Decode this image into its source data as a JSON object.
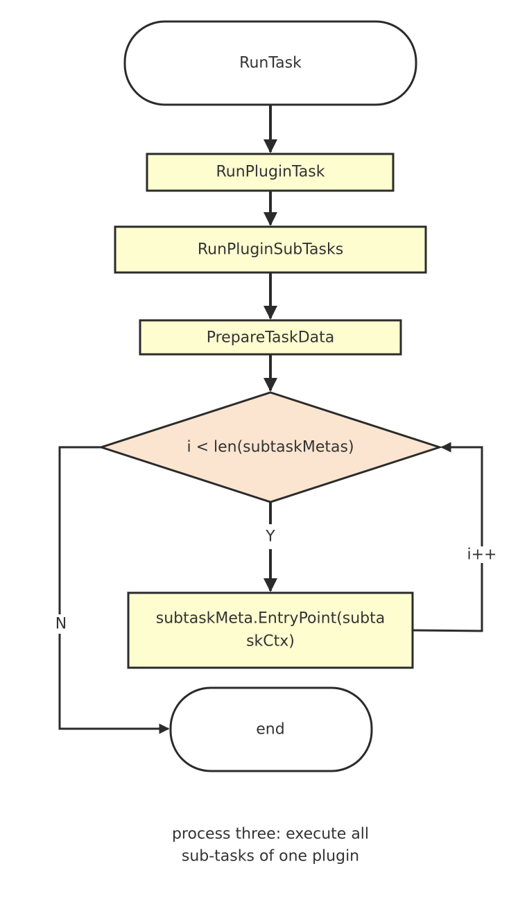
{
  "colors": {
    "stroke": "#2b2b2b",
    "process_fill": "#fdfdd0",
    "decision_fill": "#fbe5d0",
    "terminal_fill": "#ffffff",
    "text": "#333333"
  },
  "nodes": {
    "start": {
      "label": "RunTask"
    },
    "run_plugin_task": {
      "label": "RunPluginTask"
    },
    "run_plugin_subtasks": {
      "label": "RunPluginSubTasks"
    },
    "prepare_task_data": {
      "label": "PrepareTaskData"
    },
    "loop_condition": {
      "label": "i < len(subtaskMetas)"
    },
    "entry_point": {
      "label_line1": "subtaskMeta.EntryPoint(subta",
      "label_line2": "skCtx)"
    },
    "end": {
      "label": "end"
    }
  },
  "edges": {
    "yes_label": "Y",
    "no_label": "N",
    "increment_label": "i++"
  },
  "caption": {
    "line1": "process three: execute all",
    "line2": "sub-tasks of one plugin"
  }
}
